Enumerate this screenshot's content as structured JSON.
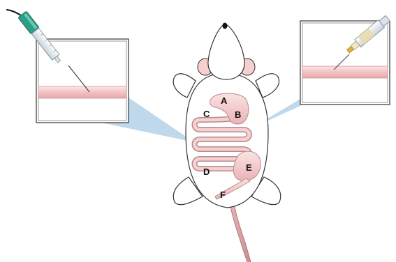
{
  "labels": {
    "a": "A",
    "b": "B",
    "c": "C",
    "d": "D",
    "e": "E",
    "f": "F"
  },
  "colors": {
    "intestine_fill": "#f6cfd0",
    "intestine_stroke": "#b88a8c",
    "tail": "#d9a3a6",
    "ear": "#f6cfd0",
    "beam": "#a9cbe6",
    "syringe_left_hub": "#2e9e86",
    "syringe_right_hub": "#e8d9a8",
    "needle_right_tip": "#e0b040",
    "outline": "#333333"
  },
  "icons": {
    "left_tool": "syringe-with-tube-icon",
    "right_tool": "syringe-icon"
  }
}
